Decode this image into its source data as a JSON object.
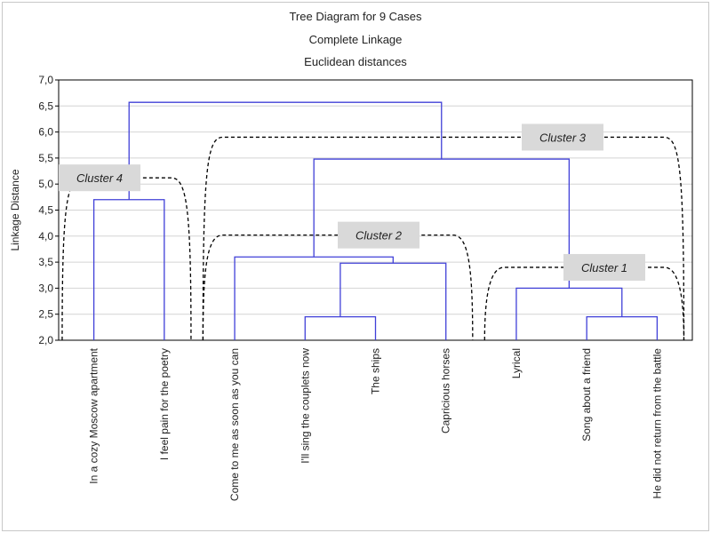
{
  "chart_data": {
    "type": "dendrogram",
    "title": [
      "Tree Diagram for 9 Cases",
      "Complete Linkage",
      "Euclidean distances"
    ],
    "ylabel": "Linkage Distance",
    "ylim": [
      2.0,
      7.0
    ],
    "yticks": [
      "2,0",
      "2,5",
      "3,0",
      "3,5",
      "4,0",
      "4,5",
      "5,0",
      "5,5",
      "6,0",
      "6,5",
      "7,0"
    ],
    "grid": true,
    "leaves": [
      "In a cozy Moscow apartment",
      "I feel pain for the poetry",
      "Come to me as soon as you can",
      "I'll sing the couplets now",
      "The ships",
      "Capricious horses",
      "Lyrical",
      "Song about a friend",
      "He did not return from the battle"
    ],
    "merges": [
      {
        "left": 0,
        "right": 1,
        "height": 4.7
      },
      {
        "left": 3,
        "right": 4,
        "height": 2.45
      },
      {
        "left": 10,
        "right": 5,
        "height": 3.48
      },
      {
        "left": 2,
        "right": 11,
        "height": 3.6
      },
      {
        "left": 7,
        "right": 8,
        "height": 2.45
      },
      {
        "left": 6,
        "right": 13,
        "height": 3.0
      },
      {
        "left": 12,
        "right": 14,
        "height": 5.48
      },
      {
        "left": 9,
        "right": 15,
        "height": 6.57
      }
    ],
    "clusters": [
      {
        "label": "Cluster 1",
        "from_leaf": 6,
        "to_leaf": 8,
        "height": 3.4
      },
      {
        "label": "Cluster 2",
        "from_leaf": 2,
        "to_leaf": 5,
        "height": 4.02
      },
      {
        "label": "Cluster 3",
        "from_leaf": 2,
        "to_leaf": 8,
        "height": 5.9
      },
      {
        "label": "Cluster 4",
        "from_leaf": 0,
        "to_leaf": 1,
        "height": 5.12
      }
    ],
    "colors": {
      "tree": "#4040d8",
      "grid": "#d4d4d4",
      "axis": "#000000",
      "cluster_line": "#000000",
      "cluster_label_bg": "#d9d9d9"
    }
  }
}
